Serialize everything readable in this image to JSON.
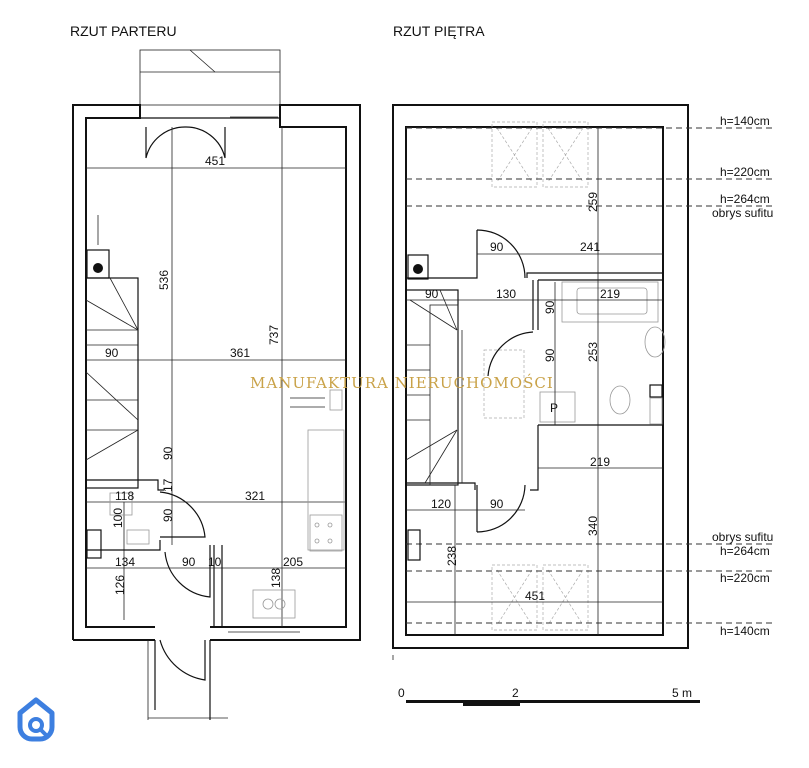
{
  "ground_floor": {
    "title": "RZUT PARTERU",
    "dims": [
      "451",
      "536",
      "737",
      "90",
      "361",
      "90",
      "17",
      "118",
      "100",
      "90",
      "321",
      "134",
      "90",
      "10",
      "205",
      "126",
      "138"
    ]
  },
  "upper_floor": {
    "title": "RZUT PIĘTRA",
    "dims": [
      "259",
      "90",
      "241",
      "90",
      "130",
      "219",
      "90",
      "90",
      "253",
      "P",
      "219",
      "120",
      "90",
      "340",
      "238",
      "451"
    ],
    "levels": [
      "h=140cm",
      "h=220cm",
      "h=264cm",
      "obrys sufitu",
      "obrys sufitu",
      "h=264cm",
      "h=220cm",
      "h=140cm"
    ]
  },
  "scale": {
    "labels": [
      "0",
      "2",
      "5 m"
    ]
  },
  "watermark": "MANUFAKTURA NIERUCHOMOŚCI",
  "colors": {
    "watermark": "#c9a248",
    "logo": "#3d7fe0"
  }
}
